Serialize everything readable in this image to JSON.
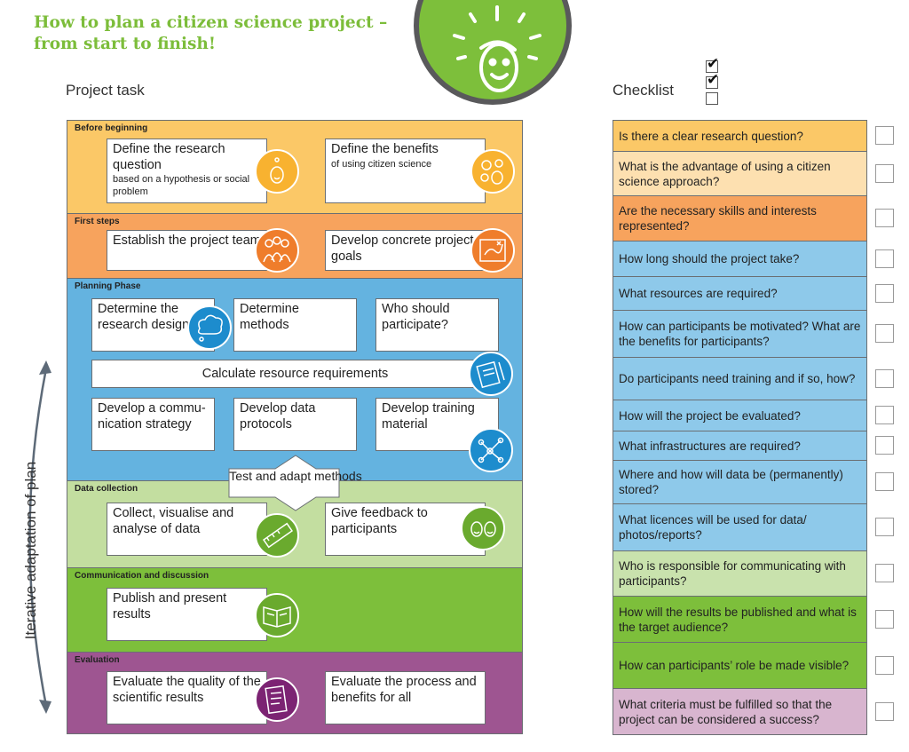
{
  "title": {
    "line1": "How to plan a citizen science project –",
    "line2": "from start to finish!"
  },
  "project_task_heading": "Project task",
  "checklist_heading": "Checklist",
  "iterative_label": "Iterative adaptation of plan",
  "sections": {
    "before": {
      "label": "Before beginning",
      "color": "#fbc867",
      "task1": {
        "main": "Define the research question",
        "sub": "based on a hypothesis or social problem"
      },
      "task2": {
        "main": "Define the benefits",
        "sub": "of using citizen science"
      }
    },
    "first": {
      "label": "First steps",
      "color": "#f7a35d",
      "task1": "Establish the project team",
      "task2": "Develop concrete project goals"
    },
    "planning": {
      "label": "Planning Phase",
      "color": "#64b3e0",
      "t1": "Determine the research design",
      "t2": "Determine methods",
      "t3": "Who should participate?",
      "resources": "Calculate resource requirements",
      "t4": "Develop a commu-nication strategy",
      "t5": "Develop data protocols",
      "t6": "Develop training material",
      "test": "Test and adapt methods"
    },
    "data": {
      "label": "Data collection",
      "color": "#c3dea0",
      "task1": "Collect, visualise and analyse of data",
      "task2": "Give feedback to participants"
    },
    "comm": {
      "label": "Communication and discussion",
      "color": "#7dbf3b",
      "task1": "Publish and present results"
    },
    "eval": {
      "label": "Evaluation",
      "color": "#9e5591",
      "task1": "Evaluate the quality of the scientific results",
      "task2": "Evaluate the process and benefits for all"
    }
  },
  "checklist": [
    {
      "text": "Is there a clear research question?",
      "color": "#fbc867"
    },
    {
      "text": "What is the advantage of using a citizen science approach?",
      "color": "#fde0b0"
    },
    {
      "text": "Are the necessary skills and interests represented?",
      "color": "#f7a35d"
    },
    {
      "text": "How long should the project take?",
      "color": "#8ec9ea"
    },
    {
      "text": "What resources are required?",
      "color": "#8ec9ea"
    },
    {
      "text": "How can participants be motivated? What are the benefits for participants?",
      "color": "#8ec9ea"
    },
    {
      "text": "Do participants need training and if so, how?",
      "color": "#8ec9ea"
    },
    {
      "text": "How will the project be evaluated?",
      "color": "#8ec9ea"
    },
    {
      "text": "What infrastructures are required?",
      "color": "#8ec9ea"
    },
    {
      "text": "Where and how will data be (permanently) stored?",
      "color": "#8ec9ea"
    },
    {
      "text": "What licences will be used for data/ photos/reports?",
      "color": "#8ec9ea"
    },
    {
      "text": "Who is responsible for communicating with participants?",
      "color": "#c9e2ad"
    },
    {
      "text": "How will the results be published and what is the target audience?",
      "color": "#7dbf3b"
    },
    {
      "text": "How can participants’ role be made visible?",
      "color": "#7dbf3b"
    },
    {
      "text": "What criteria must be fulfilled so that the project can be considered a success?",
      "color": "#d8b5cf"
    }
  ],
  "legend_checkboxes": [
    {
      "checked": true
    },
    {
      "checked": true
    },
    {
      "checked": false
    }
  ],
  "icons": {
    "idea_icon": "lightbulb-face-icon",
    "benefits_icon": "gears-face-icon",
    "team_icon": "people-group-icon",
    "goals_icon": "treasure-map-icon",
    "cloud_icon": "thought-cloud-icon",
    "notebook_icon": "notebook-pencil-icon",
    "network_icon": "network-nodes-icon",
    "ruler_icon": "ruler-icon",
    "feedback_icon": "faces-icon",
    "book_icon": "open-book-icon",
    "report_icon": "report-sheet-icon"
  }
}
